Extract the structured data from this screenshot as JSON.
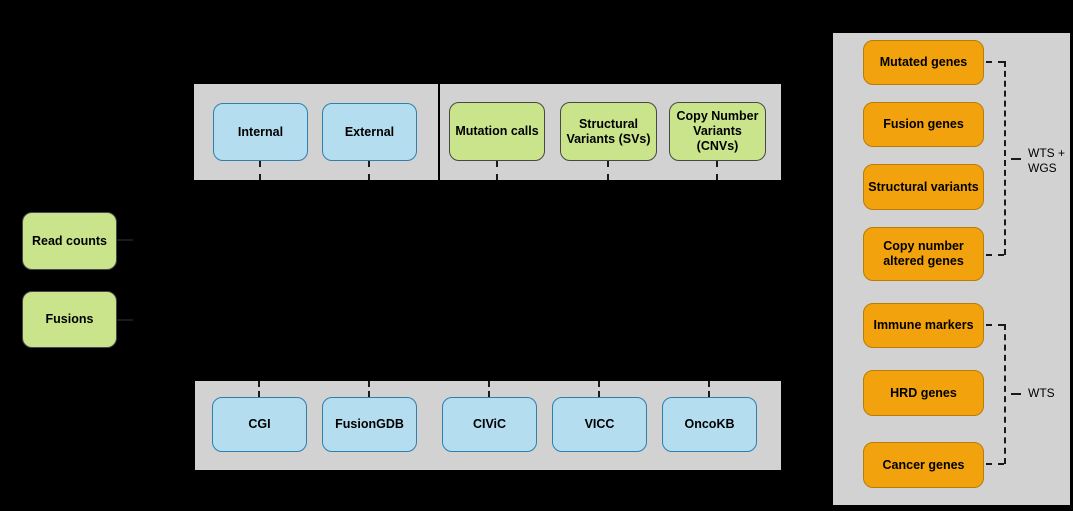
{
  "colors": {
    "background": "#000000",
    "panel": "#d2d2d2",
    "green_fill": "#c9e48b",
    "green_border": "#474747",
    "blue_fill": "#b4ddf0",
    "blue_border": "#2f7fad",
    "orange_fill": "#f2a20d",
    "orange_border": "#b97c06",
    "connector": "#1a1a1a",
    "text": "#000000"
  },
  "left_panel": {
    "boxes": [
      {
        "label": "Read counts"
      },
      {
        "label": "Fusions"
      }
    ]
  },
  "sources_panel": {
    "boxes": [
      {
        "label": "Internal"
      },
      {
        "label": "External"
      }
    ]
  },
  "variants_panel": {
    "boxes": [
      {
        "label": "Mutation calls"
      },
      {
        "label": "Structural Variants (SVs)"
      },
      {
        "label": "Copy Number Variants (CNVs)"
      }
    ]
  },
  "databases_panel": {
    "boxes": [
      {
        "label": "CGI"
      },
      {
        "label": "FusionGDB"
      },
      {
        "label": "CIViC"
      },
      {
        "label": "VICC"
      },
      {
        "label": "OncoKB"
      }
    ]
  },
  "results_panel": {
    "boxes": [
      {
        "label": "Mutated genes"
      },
      {
        "label": "Fusion genes"
      },
      {
        "label": "Structural variants"
      },
      {
        "label": "Copy number altered genes"
      },
      {
        "label": "Immune markers"
      },
      {
        "label": "HRD genes"
      },
      {
        "label": "Cancer genes"
      }
    ],
    "brackets": [
      {
        "label_lines": [
          "WTS +",
          "WGS"
        ]
      },
      {
        "label_lines": [
          "WTS"
        ]
      }
    ]
  }
}
